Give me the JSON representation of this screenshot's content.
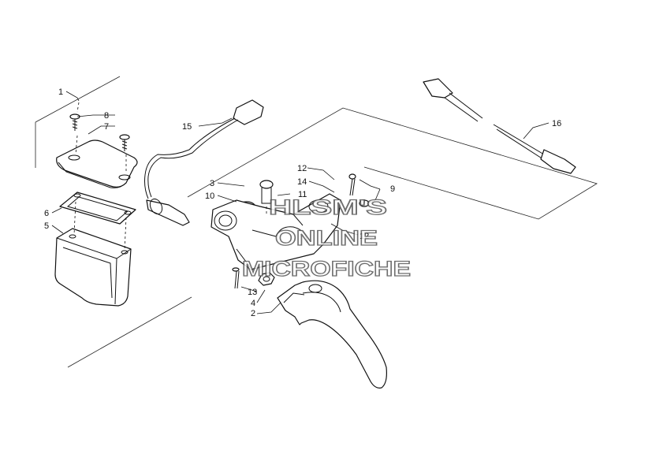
{
  "diagram": {
    "callouts": [
      {
        "id": "c1",
        "label": "1"
      },
      {
        "id": "c2",
        "label": "2"
      },
      {
        "id": "c3",
        "label": "3"
      },
      {
        "id": "c4",
        "label": "4"
      },
      {
        "id": "c5",
        "label": "5"
      },
      {
        "id": "c6",
        "label": "6"
      },
      {
        "id": "c7",
        "label": "7"
      },
      {
        "id": "c8",
        "label": "8"
      },
      {
        "id": "c9",
        "label": "9"
      },
      {
        "id": "c10",
        "label": "10"
      },
      {
        "id": "c11",
        "label": "11"
      },
      {
        "id": "c12a",
        "label": "12"
      },
      {
        "id": "c12b",
        "label": "12"
      },
      {
        "id": "c13",
        "label": "13"
      },
      {
        "id": "c14",
        "label": "14"
      },
      {
        "id": "c15",
        "label": "15"
      },
      {
        "id": "c16",
        "label": "16"
      }
    ]
  },
  "watermark": {
    "line1": "HLSM'S",
    "line2": "ONLINE",
    "line3": "MICROFICHE"
  }
}
